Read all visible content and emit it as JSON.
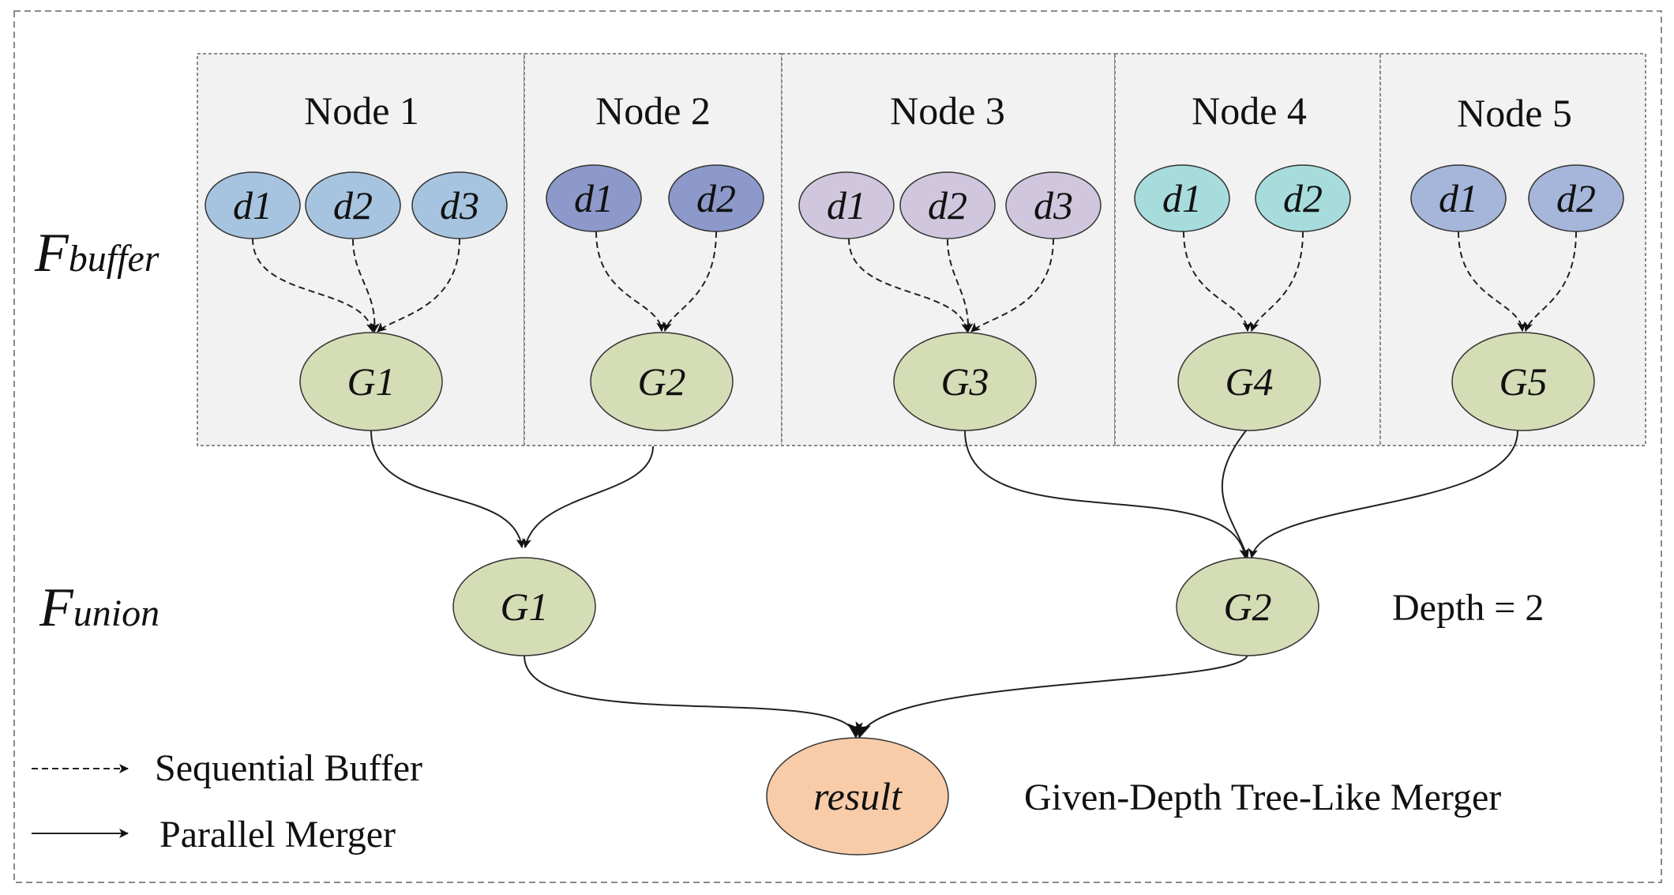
{
  "nodes": [
    {
      "title": "Node 1",
      "data_items": [
        "d1",
        "d2",
        "d3"
      ],
      "data_color": "#a6c4df",
      "group": "G1"
    },
    {
      "title": "Node 2",
      "data_items": [
        "d1",
        "d2"
      ],
      "data_color": "#8c99ca",
      "group": "G2"
    },
    {
      "title": "Node 3",
      "data_items": [
        "d1",
        "d2",
        "d3"
      ],
      "data_color": "#d0c7de",
      "group": "G3"
    },
    {
      "title": "Node 4",
      "data_items": [
        "d1",
        "d2"
      ],
      "data_color": "#a7dcdc",
      "group": "G4"
    },
    {
      "title": "Node 5",
      "data_items": [
        "d1",
        "d2"
      ],
      "data_color": "#a5b6da",
      "group": "G5"
    }
  ],
  "union_groups": [
    "G1",
    "G2"
  ],
  "result_label": "result",
  "section_labels": {
    "buffer_main": "F",
    "buffer_sub": "buffer",
    "union_main": "F",
    "union_sub": "union"
  },
  "depth_label": "Depth = 2",
  "caption": "Given-Depth Tree-Like Merger",
  "legend": {
    "sequential": "Sequential Buffer",
    "parallel": "Parallel Merger"
  },
  "colors": {
    "group_fill": "#d4ddb6",
    "result_fill": "#f8cca9",
    "panel_fill": "#f2f2f2",
    "stroke": "#333333"
  }
}
